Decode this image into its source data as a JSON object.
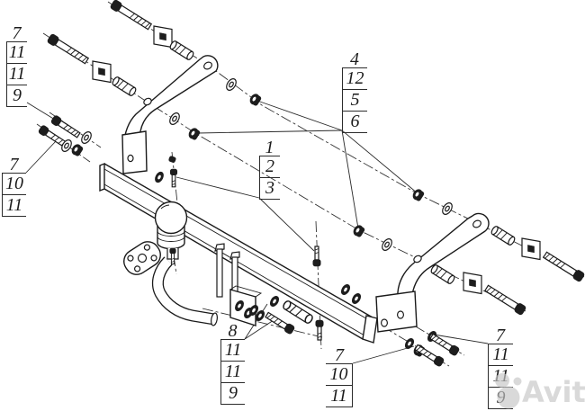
{
  "drawing": {
    "type": "exploded assembly technical drawing of a towbar hitch",
    "colors": {
      "line": "#1a1a1a",
      "background": "#ffffff",
      "watermark": "#c7c7c7"
    },
    "callouts": {
      "top_left": {
        "head": "7",
        "rows": [
          "11",
          "11",
          "9"
        ]
      },
      "left": {
        "head": "7",
        "rows": [
          "10",
          "11"
        ]
      },
      "center": {
        "head": "1",
        "rows": [
          "2",
          "3"
        ]
      },
      "top_right": {
        "head": "4",
        "rows": [
          "12",
          "5",
          "6"
        ]
      },
      "bottom_center": {
        "head": "8",
        "rows": [
          "11",
          "11",
          "9"
        ]
      },
      "bottom_mid": {
        "head": "7",
        "rows": [
          "10",
          "11"
        ]
      },
      "bottom_right": {
        "head": "7",
        "rows": [
          "11",
          "11",
          "9"
        ]
      }
    }
  },
  "watermark": {
    "label": "Avito"
  }
}
